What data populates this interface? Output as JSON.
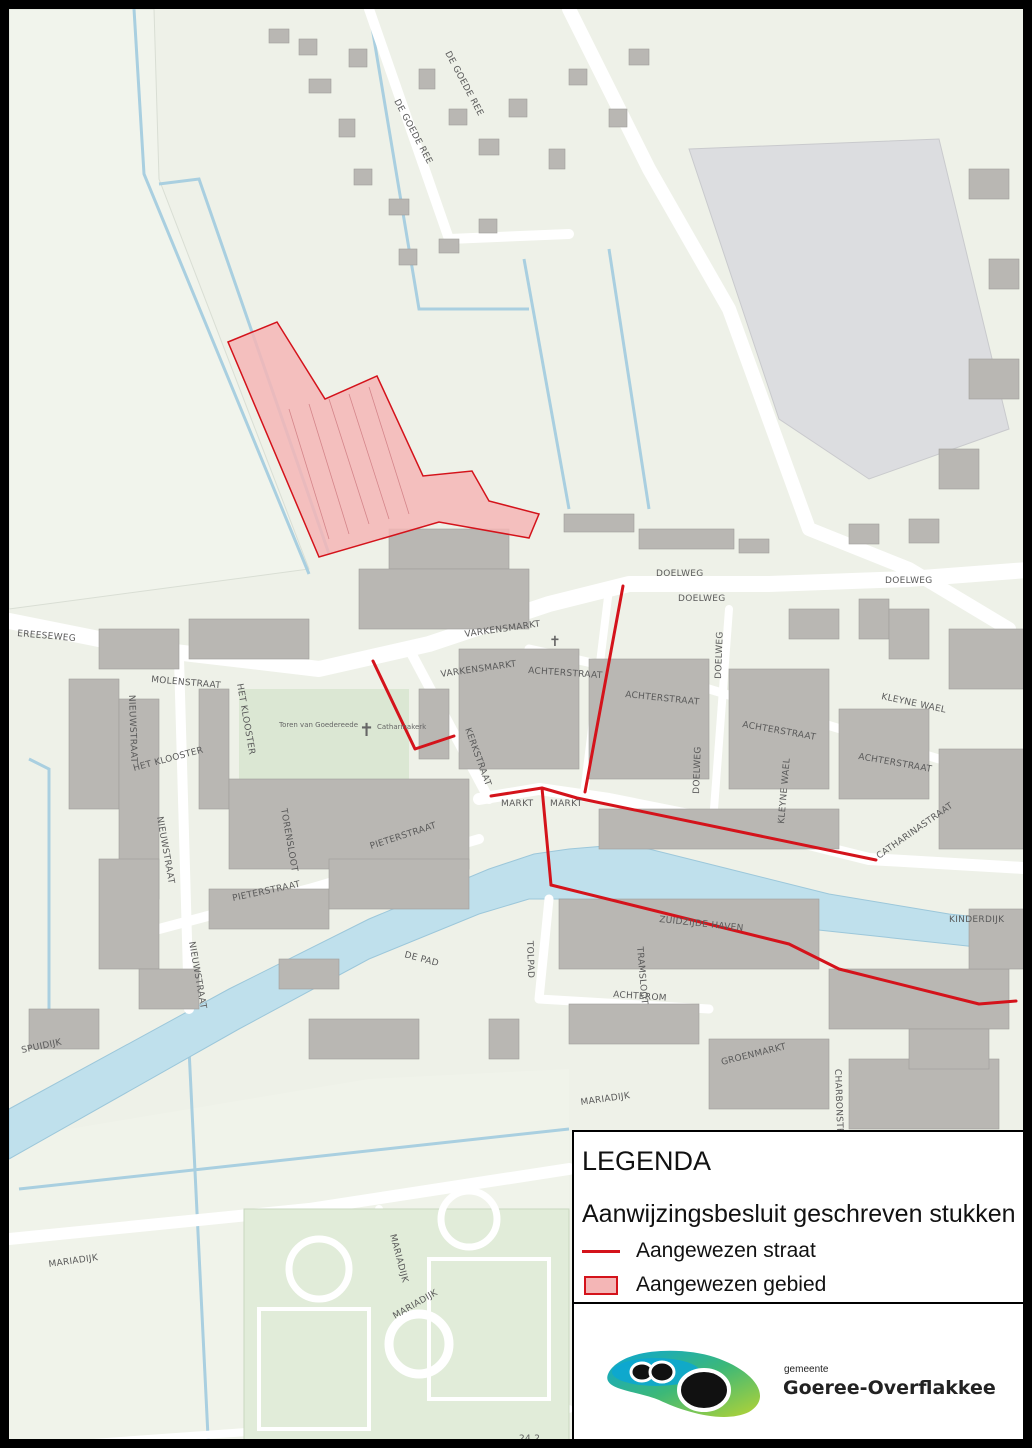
{
  "colors": {
    "designated": "#d4131b",
    "designated_fill": "#f4b6b6",
    "water": "#bfe0ec",
    "road": "#ffffff",
    "land": "#eef1e8",
    "building": "#b9b7b3"
  },
  "streets": {
    "de_goede_ree_1": "DE GOEDE REE",
    "de_goede_ree_2": "DE GOEDE REE",
    "doelweg_1": "DOELWEG",
    "doelweg_2": "DOELWEG",
    "doelweg_3": "DOELWEG",
    "doelweg_4": "DOELWEG",
    "doelweg_5": "DOELWEG",
    "ereeseweg": "EREESEWEG",
    "varkensmarkt_1": "VARKENSMARKT",
    "varkensmarkt_2": "VARKENSMARKT",
    "molenstraat": "MOLENSTRAAT",
    "achterstraat_1": "ACHTERSTRAAT",
    "achterstraat_2": "ACHTERSTRAAT",
    "achterstraat_3": "ACHTERSTRAAT",
    "achterstraat_4": "ACHTERSTRAAT",
    "kleyne_wael_1": "KLEYNE WAEL",
    "kleyne_wael_2": "KLEYNE WAEL",
    "nieuwstraat_1": "NIEUWSTRAAT",
    "nieuwstraat_2": "NIEUWSTRAAT",
    "nieuwstraat_3": "NIEUWSTRAAT",
    "het_klooster_1": "HET KLOOSTER",
    "het_klooster_2": "HET KLOOSTER",
    "torensloot": "TORENSLOOT",
    "kerkstraat": "KERKSTRAAT",
    "markt_1": "MARKT",
    "markt_2": "MARKT",
    "pieterstraat_1": "PIETERSTRAAT",
    "pieterstraat_2": "PIETERSTRAAT",
    "catharinastraat": "CATHARINASTRAAT",
    "kinderdijk": "KINDERDIJK",
    "zuidzijde_haven": "ZUIDZIJDE HAVEN",
    "de_pad": "DE PAD",
    "tolpad": "TOLPAD",
    "tramsloot": "TRAMSLOOT",
    "achterom": "ACHTEROM",
    "groenmarkt": "GROENMARKT",
    "charbonstraat": "CHARBONSTR.",
    "spuidijk": "SPUIDIJK",
    "mariadijk_1": "MARIADIJK",
    "mariadijk_2": "MARIADIJK",
    "mariadijk_3": "MARIADIJK",
    "mariadijk_4": "MARIADIJK",
    "road_number": "24.2"
  },
  "pois": {
    "toren": "Toren van Goedereede",
    "kerk": "Catharinakerk"
  },
  "legend": {
    "title": "LEGENDA",
    "subtitle": "Aanwijzingsbesluit geschreven stukken",
    "street_label": "Aangewezen straat",
    "area_label": "Aangewezen gebied"
  },
  "logo": {
    "small": "gemeente",
    "name": "Goeree-Overflakkee"
  }
}
